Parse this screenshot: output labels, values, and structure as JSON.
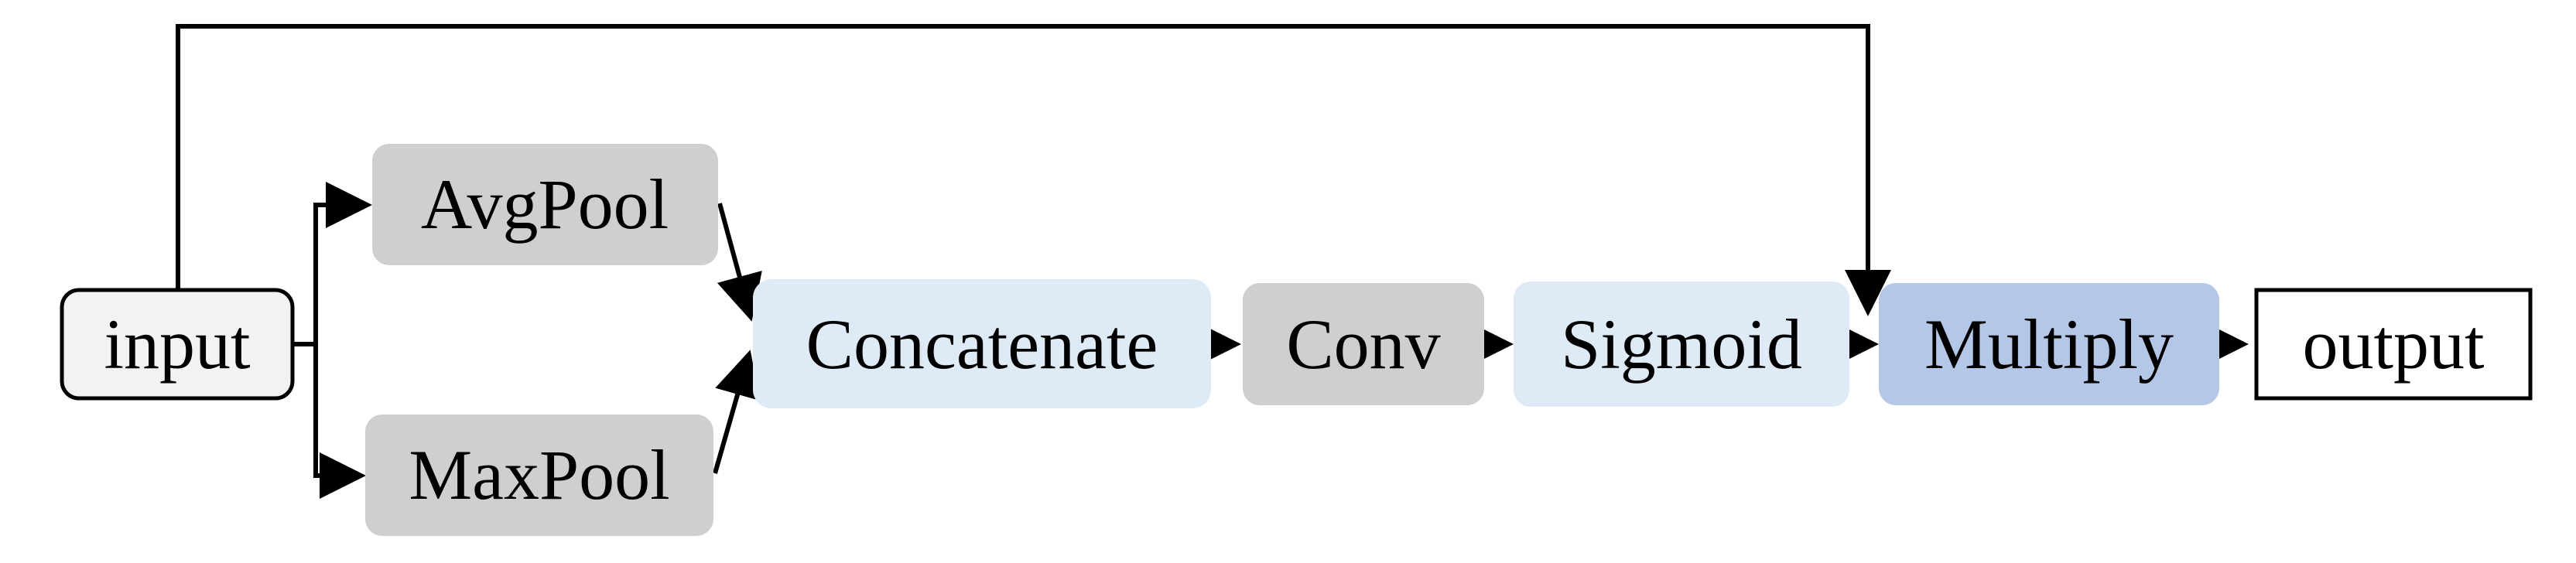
{
  "diagram": {
    "nodes": {
      "input": {
        "label": "input",
        "fill": "#f2f2f2",
        "stroke": "#000000"
      },
      "avgpool": {
        "label": "AvgPool",
        "fill": "#d0cece",
        "stroke": "none"
      },
      "maxpool": {
        "label": "MaxPool",
        "fill": "#d0cece",
        "stroke": "none"
      },
      "concatenate": {
        "label": "Concatenate",
        "fill": "#deebf7",
        "stroke": "none"
      },
      "conv": {
        "label": "Conv",
        "fill": "#d0cece",
        "stroke": "none"
      },
      "sigmoid": {
        "label": "Sigmoid",
        "fill": "#deebf7",
        "stroke": "none"
      },
      "multiply": {
        "label": "Multiply",
        "fill": "#b4c7e7",
        "stroke": "none"
      },
      "output": {
        "label": "output",
        "fill": "#ffffff",
        "stroke": "#000000"
      }
    },
    "edges": [
      {
        "from": "input",
        "to": "avgpool"
      },
      {
        "from": "input",
        "to": "maxpool"
      },
      {
        "from": "avgpool",
        "to": "concatenate"
      },
      {
        "from": "maxpool",
        "to": "concatenate"
      },
      {
        "from": "concatenate",
        "to": "conv"
      },
      {
        "from": "conv",
        "to": "sigmoid"
      },
      {
        "from": "sigmoid",
        "to": "multiply"
      },
      {
        "from": "multiply",
        "to": "output"
      },
      {
        "from": "input",
        "to": "multiply",
        "kind": "skip"
      }
    ]
  }
}
